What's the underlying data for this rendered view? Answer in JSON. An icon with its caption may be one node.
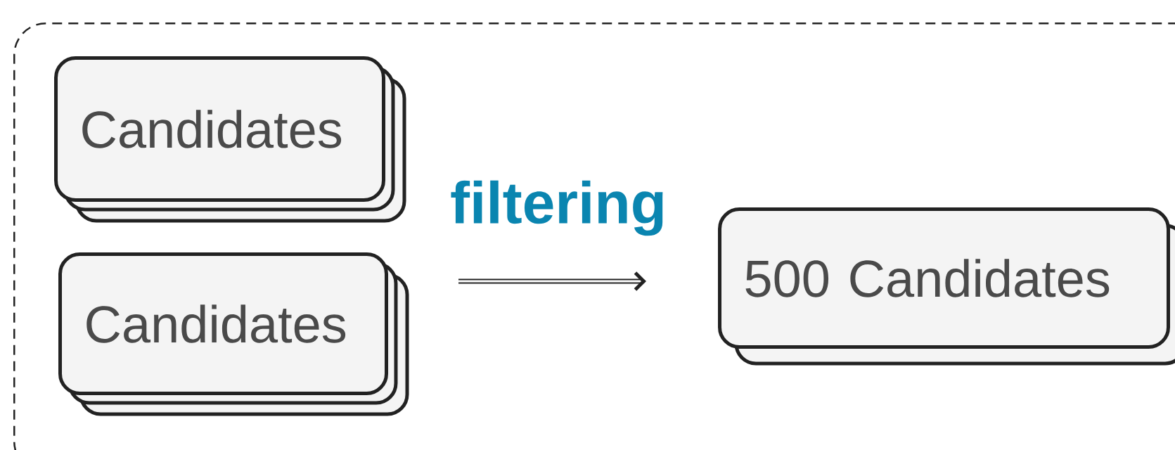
{
  "diagram": {
    "nodes": [
      {
        "text": [],
        "shape": "box"
      },
      {
        "text": [
          "Candidates"
        ],
        "in": 0
      },
      {
        "text": [
          "Candidates"
        ],
        "in": 0
      },
      {
        "text": [
          "500 Candidates"
        ],
        "in": 0
      }
    ],
    "edges": [
      {
        "from": null,
        "to": 3,
        "arrow": "to",
        "label": "filtering"
      }
    ]
  }
}
